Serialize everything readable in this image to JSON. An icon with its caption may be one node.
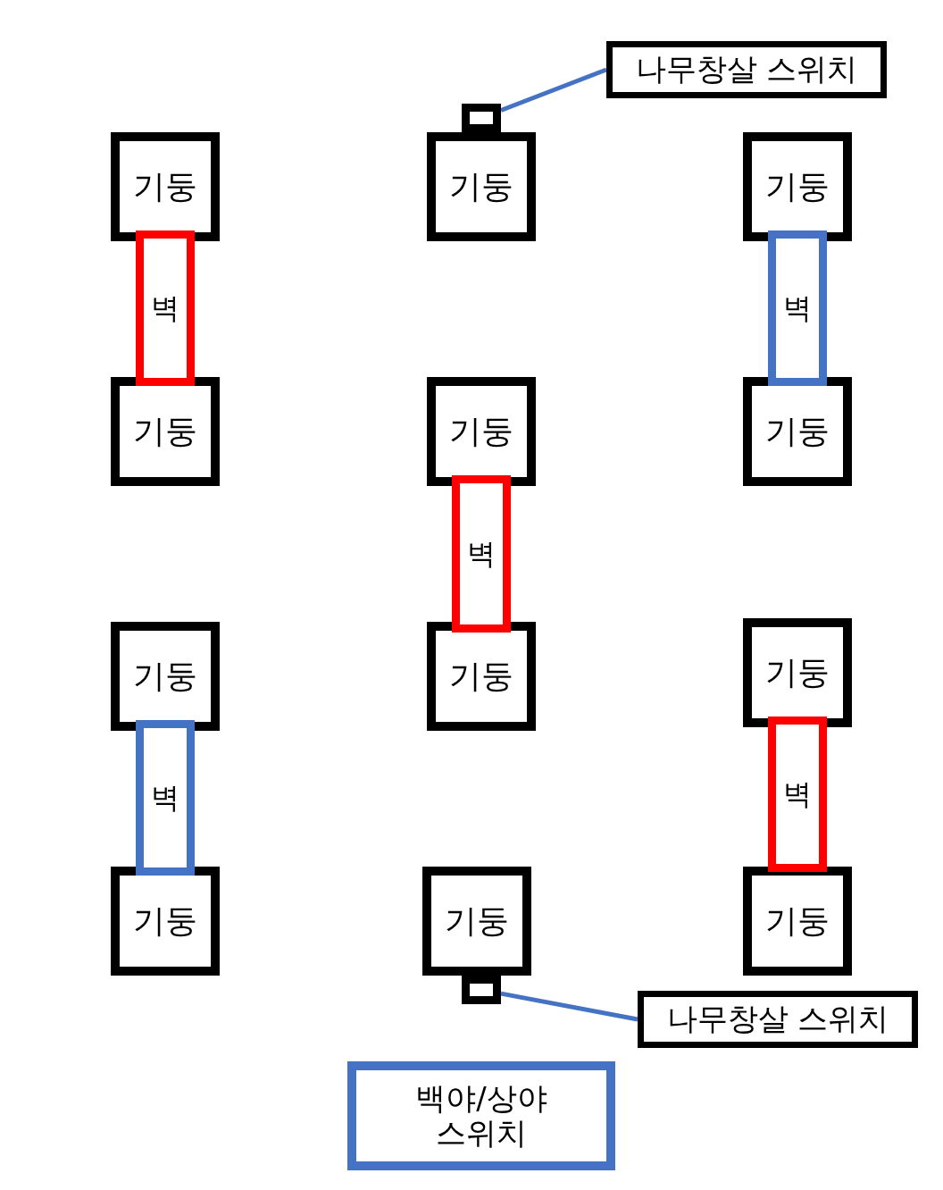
{
  "diagram": {
    "nodes": [
      {
        "text": [
          "나무창살 스위치"
        ]
      },
      {
        "text": [],
        "shape": "box"
      },
      {
        "text": [
          "기둥"
        ]
      },
      {
        "text": [
          "기둥"
        ]
      },
      {
        "text": [
          "기둥"
        ]
      },
      {
        "text": [
          "벽"
        ]
      },
      {
        "text": [
          "벽"
        ]
      },
      {
        "text": [
          "기둥"
        ]
      },
      {
        "text": [
          "기둥"
        ]
      },
      {
        "text": [
          "기둥"
        ]
      },
      {
        "text": [
          "벽"
        ]
      },
      {
        "text": [
          "기둥"
        ]
      },
      {
        "text": [
          "기둥"
        ]
      },
      {
        "text": [
          "기둥"
        ]
      },
      {
        "text": [
          "벽"
        ]
      },
      {
        "text": [
          "벽"
        ]
      },
      {
        "text": [
          "기둥"
        ]
      },
      {
        "text": [
          "기둥"
        ]
      },
      {
        "text": [
          "기둥"
        ]
      },
      {
        "text": [],
        "shape": "box"
      },
      {
        "text": [
          "나무창살 스위치"
        ]
      },
      {
        "text": [
          "백야/상야 스위치"
        ]
      }
    ],
    "edges": [
      {
        "from": 0,
        "to": 1,
        "arrow": "none"
      },
      {
        "from": 20,
        "to": 19,
        "arrow": "none"
      }
    ]
  }
}
